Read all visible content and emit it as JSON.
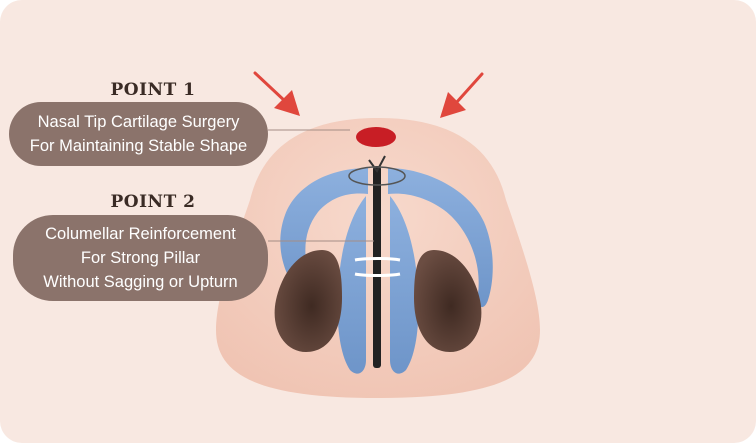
{
  "point1": {
    "title": "POINT 1",
    "lines": [
      "Nasal Tip Cartilage Surgery",
      "For Maintaining Stable Shape"
    ]
  },
  "point2": {
    "title": "POINT 2",
    "lines": [
      "Columellar Reinforcement",
      "For Strong Pillar",
      "Without Sagging or Upturn"
    ]
  },
  "colors": {
    "background": "#f8e8e1",
    "skin": "#f4cfc0",
    "cartilage": "#7fa3d3",
    "nostril": "#5a3f35",
    "callout": "#8b736b",
    "arrow": "#e0473d",
    "tip_marker": "#c81e25",
    "strut": "#222222"
  }
}
